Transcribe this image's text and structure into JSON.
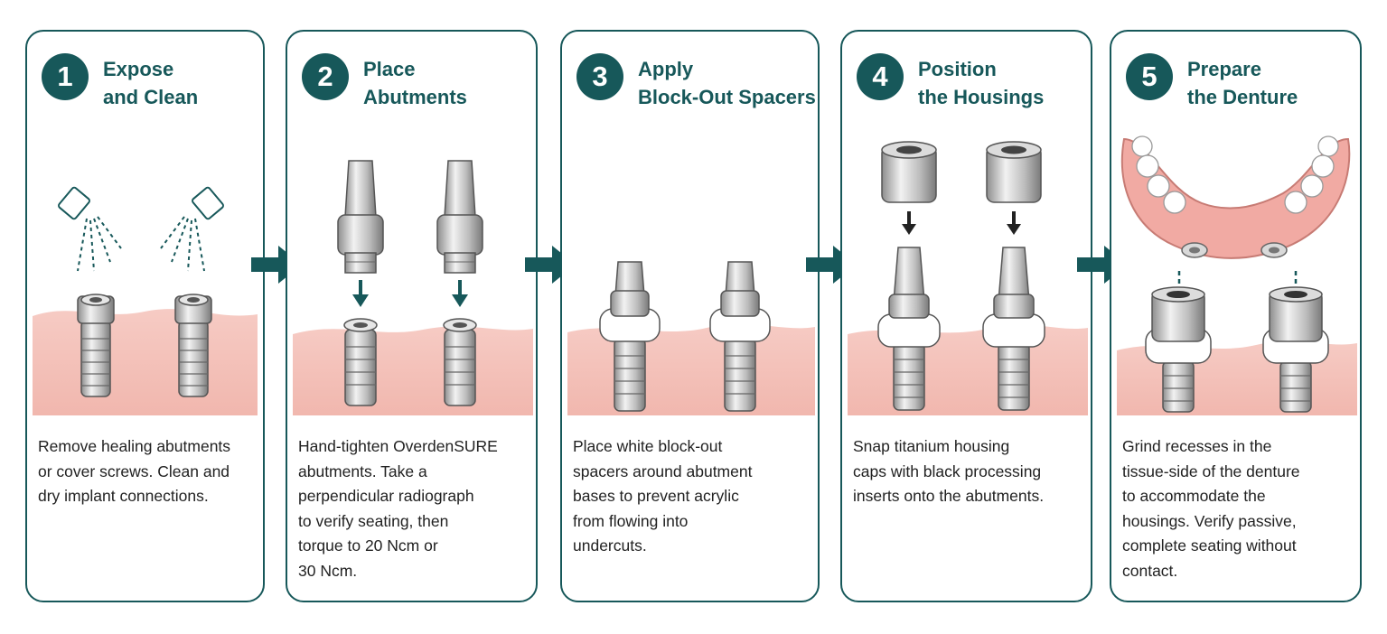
{
  "colors": {
    "accent": "#17585a",
    "gum": "#f4c7c0",
    "metal": "#c9c9c9",
    "spacer": "#ffffff"
  },
  "steps": [
    {
      "number": "1",
      "title_line1": "Expose",
      "title_line2": "and Clean",
      "description": "Remove healing abutments\nor cover screws. Clean and\ndry implant connections."
    },
    {
      "number": "2",
      "title_line1": "Place",
      "title_line2": "Abutments",
      "description": "Hand-tighten OverdenSURE\nabutments. Take a\nperpendicular radiograph\nto verify seating, then\ntorque to 20 Ncm or\n30 Ncm."
    },
    {
      "number": "3",
      "title_line1": "Apply",
      "title_line2": "Block-Out Spacers",
      "description": "Place white block-out\nspacers around abutment\nbases to prevent acrylic\nfrom flowing into\nundercuts."
    },
    {
      "number": "4",
      "title_line1": "Position",
      "title_line2": "the Housings",
      "description": "Snap titanium housing\ncaps with black processing\ninserts onto the abutments."
    },
    {
      "number": "5",
      "title_line1": "Prepare",
      "title_line2": "the Denture",
      "description": "Grind recesses in the\ntissue-side of the denture\nto accommodate the\nhousings. Verify passive,\ncomplete seating without\ncontact."
    }
  ],
  "icons": [
    "spray-icon",
    "implant-icon",
    "abutment-icon",
    "spacer-icon",
    "housing-icon",
    "denture-icon",
    "down-arrow-icon",
    "right-arrow-icon"
  ]
}
